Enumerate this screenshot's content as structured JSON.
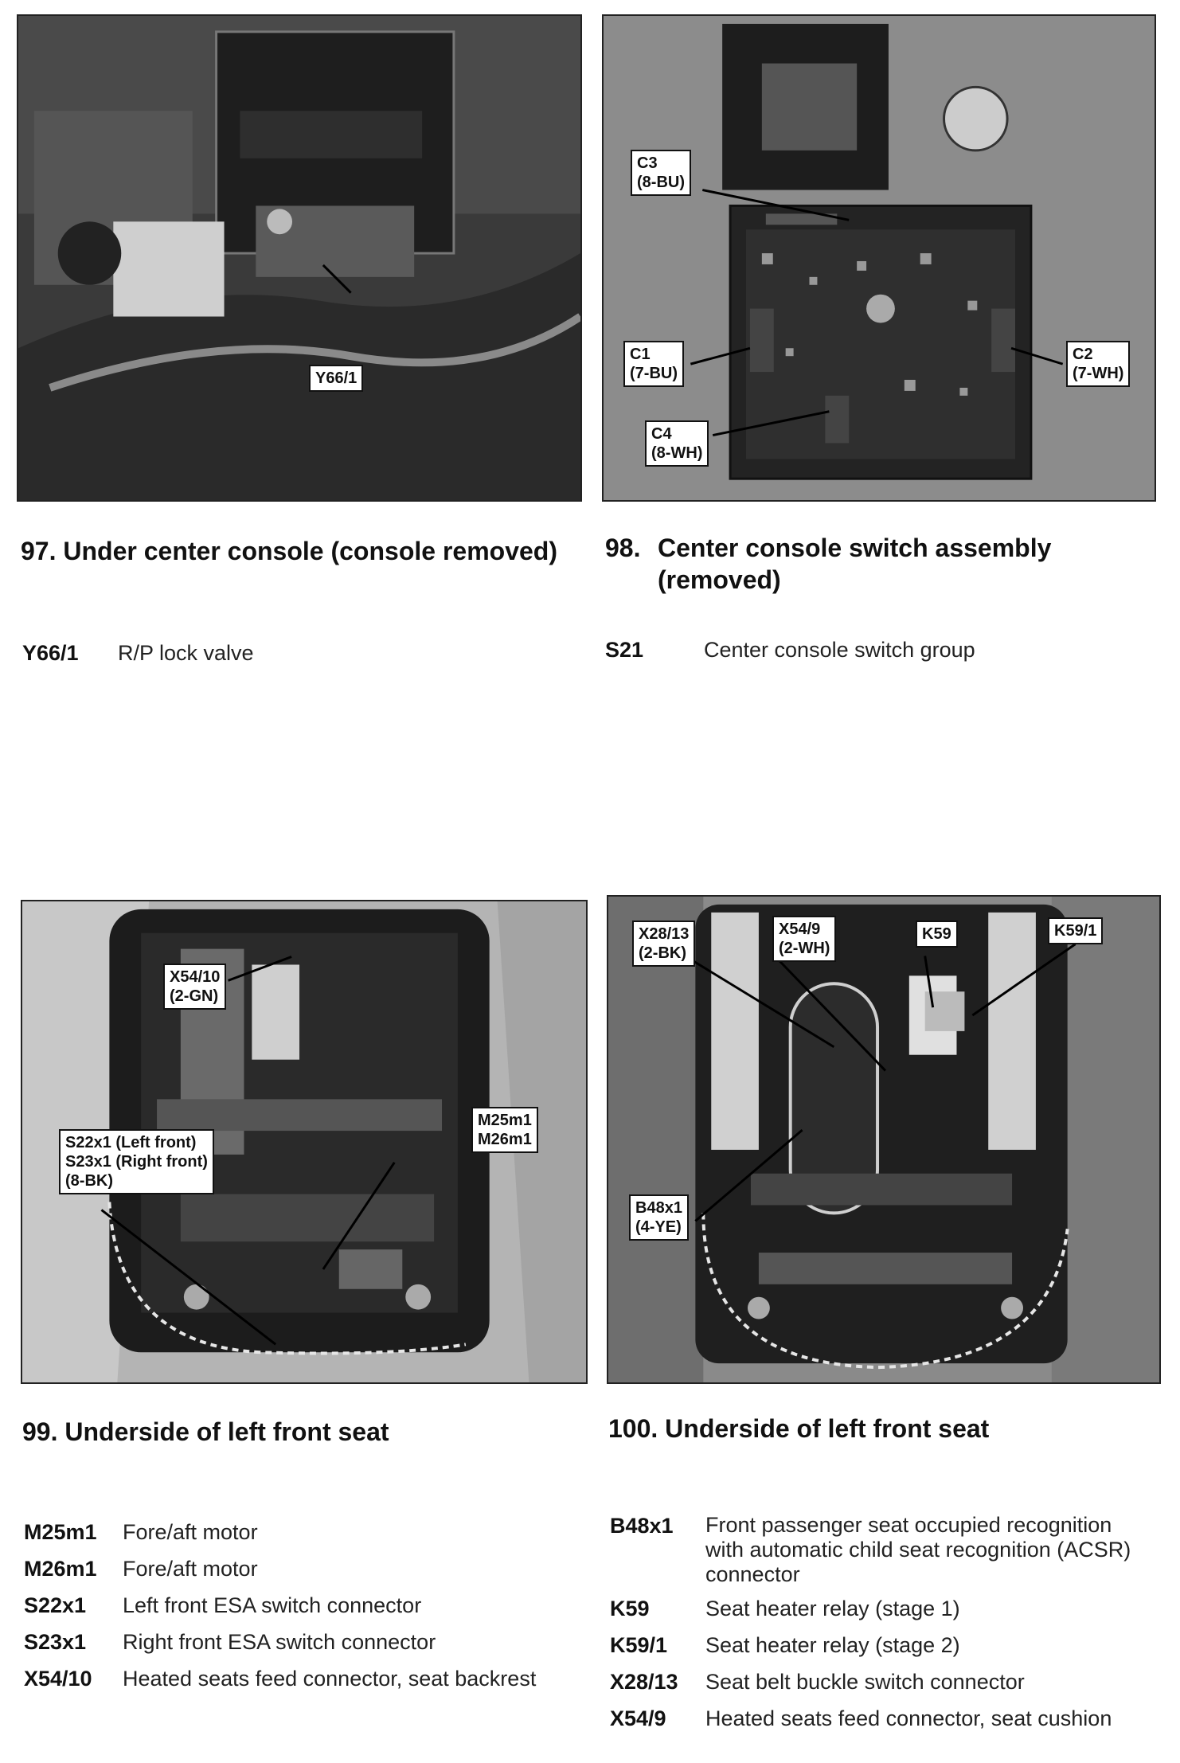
{
  "figures": [
    {
      "caption_number": "97.",
      "caption_text": "Under center console (console removed)",
      "callouts": [
        [
          "Y66/1"
        ]
      ],
      "legend": [
        {
          "code": "Y66/1",
          "description": "R/P lock valve"
        }
      ]
    },
    {
      "caption_number": "98.",
      "caption_text": "Center console switch assembly (removed)",
      "callouts": [
        [
          "C3",
          "(8-BU)"
        ],
        [
          "C1",
          "(7-BU)"
        ],
        [
          "C2",
          "(7-WH)"
        ],
        [
          "C4",
          "(8-WH)"
        ]
      ],
      "legend": [
        {
          "code": "S21",
          "description": "Center console switch group"
        }
      ]
    },
    {
      "caption_number": "99.",
      "caption_text": "Underside of left front seat",
      "callouts": [
        [
          "X54/10",
          "(2-GN)"
        ],
        [
          "S22x1 (Left front)",
          "S23x1 (Right front)",
          "(8-BK)"
        ],
        [
          "M25m1",
          "M26m1"
        ]
      ],
      "legend": [
        {
          "code": "M25m1",
          "description": "Fore/aft motor"
        },
        {
          "code": "M26m1",
          "description": "Fore/aft motor"
        },
        {
          "code": "S22x1",
          "description": "Left front ESA switch connector"
        },
        {
          "code": "S23x1",
          "description": "Right front ESA switch connector"
        },
        {
          "code": "X54/10",
          "description": "Heated seats feed connector, seat backrest"
        }
      ]
    },
    {
      "caption_number": "100.",
      "caption_text": "Underside of left front seat",
      "callouts": [
        [
          "X28/13",
          "(2-BK)"
        ],
        [
          "X54/9",
          "(2-WH)"
        ],
        [
          "K59"
        ],
        [
          "K59/1"
        ],
        [
          "B48x1",
          "(4-YE)"
        ]
      ],
      "legend": [
        {
          "code": "B48x1",
          "description": "Front passenger seat occupied recognition",
          "description_2": "with automatic child seat recognition (ACSR)",
          "description_3": "connector"
        },
        {
          "code": "K59",
          "description": "Seat heater relay (stage 1)"
        },
        {
          "code": "K59/1",
          "description": "Seat heater relay (stage 2)"
        },
        {
          "code": "X28/13",
          "description": "Seat belt buckle switch connector"
        },
        {
          "code": "X54/9",
          "description": "Heated seats feed connector, seat cushion"
        }
      ]
    }
  ]
}
